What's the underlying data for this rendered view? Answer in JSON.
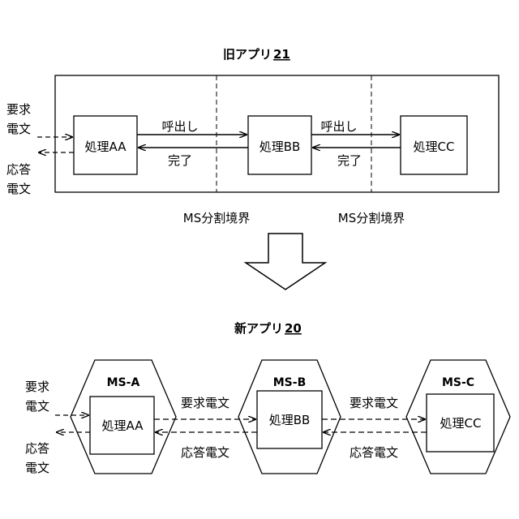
{
  "old_app": {
    "title": "旧アプリ",
    "title_num": "21",
    "procs": [
      "処理AA",
      "処理BB",
      "処理CC"
    ],
    "call_label": "呼出し",
    "done_label": "完了",
    "boundary_label": "MS分割境界",
    "request": [
      "要求",
      "電文"
    ],
    "response": [
      "応答",
      "電文"
    ]
  },
  "new_app": {
    "title": "新アプリ",
    "title_num": "20",
    "services": [
      {
        "name": "MS-A",
        "proc": "処理AA"
      },
      {
        "name": "MS-B",
        "proc": "処理BB"
      },
      {
        "name": "MS-C",
        "proc": "処理CC"
      }
    ],
    "request_msg": "要求電文",
    "response_msg": "応答電文",
    "request": [
      "要求",
      "電文"
    ],
    "response": [
      "応答",
      "電文"
    ]
  },
  "colors": {
    "line": "#000000",
    "background": "#ffffff"
  }
}
